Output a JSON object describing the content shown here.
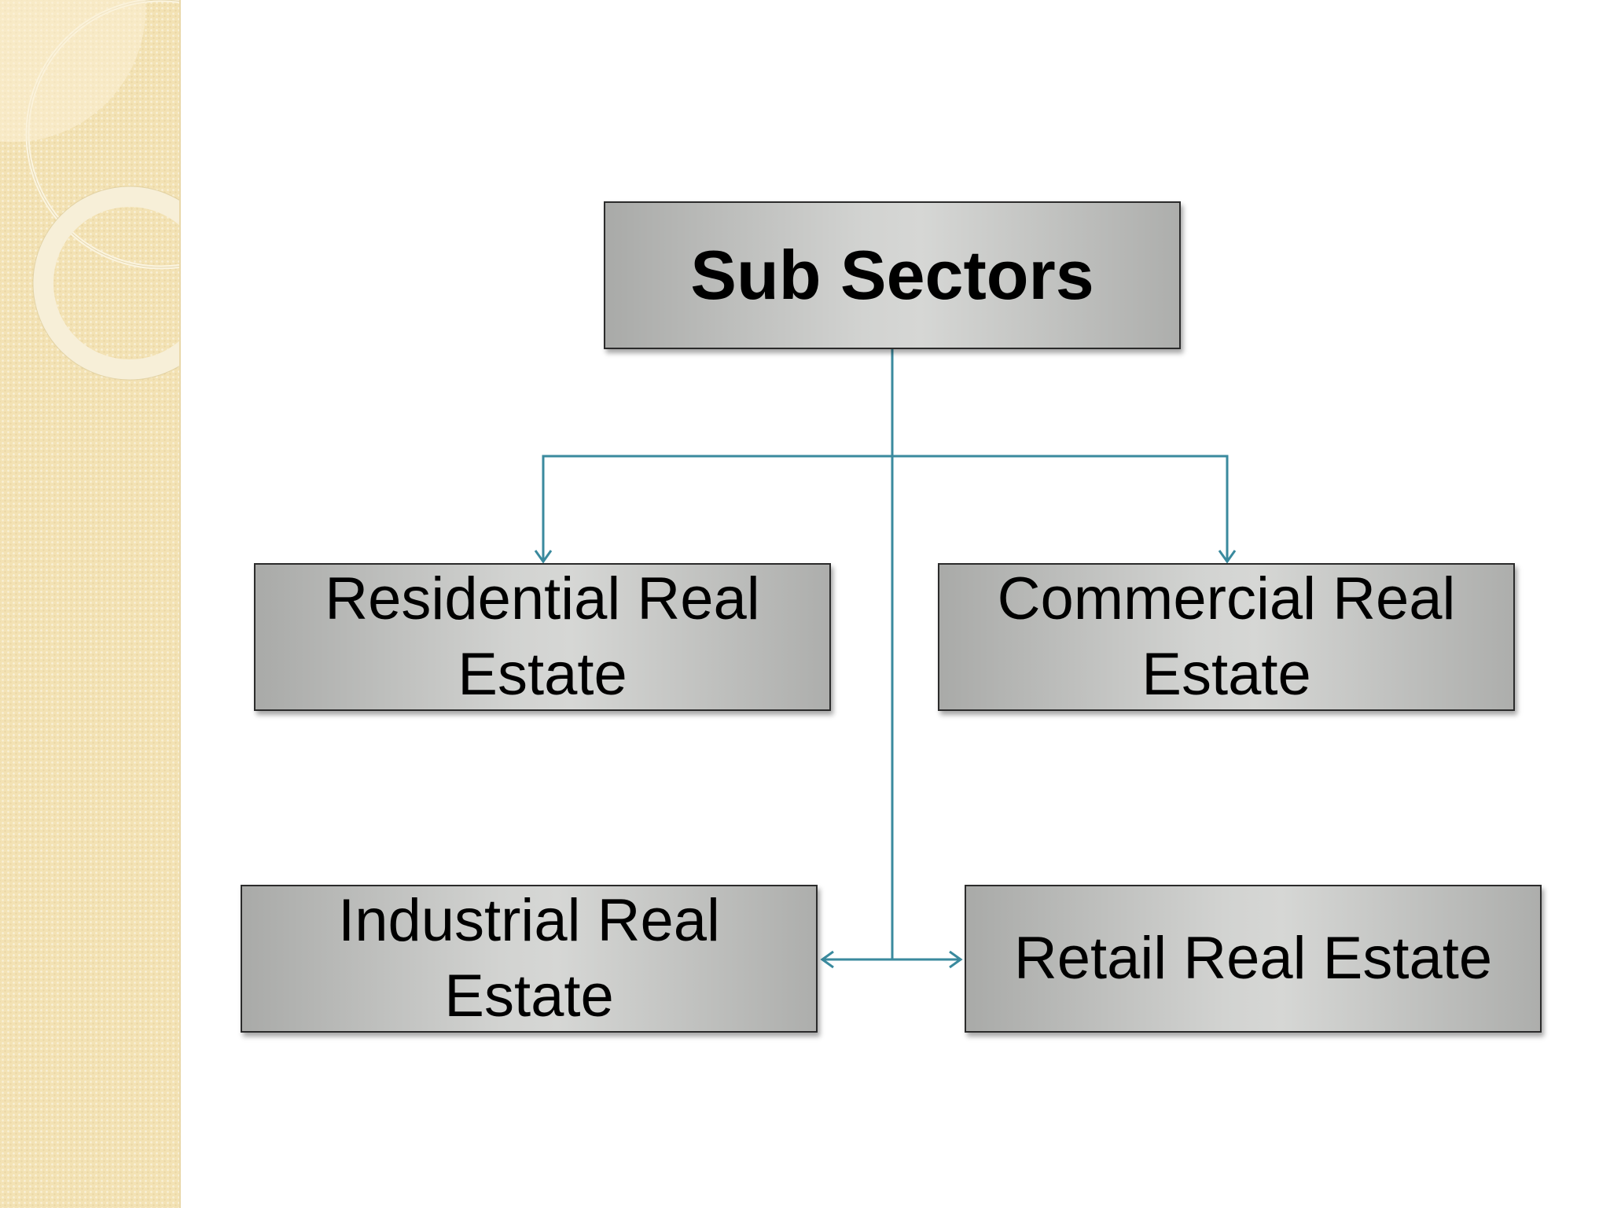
{
  "diagram": {
    "root": {
      "label": "Sub Sectors"
    },
    "children": [
      {
        "label": "Residential Real Estate"
      },
      {
        "label": "Commercial Real Estate"
      },
      {
        "label": "Industrial Real Estate"
      },
      {
        "label": "Retail Real Estate"
      }
    ]
  },
  "colors": {
    "connector": "#3a8a9e",
    "box_border": "#2b2b2b",
    "panel": "#f3e2b4"
  }
}
